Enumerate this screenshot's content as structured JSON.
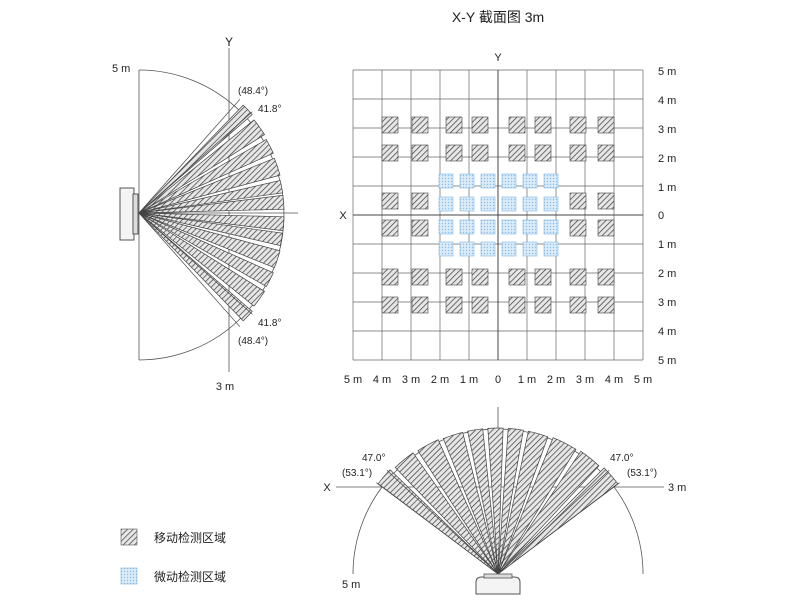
{
  "title": "X-Y 截面图 3m",
  "side_view": {
    "y_label": "Y",
    "radius_label": "5 m",
    "bottom_label": "3 m",
    "top_inner_angle": "41.8°",
    "top_outer_angle": "(48.4°)",
    "bottom_inner_angle": "41.8°",
    "bottom_outer_angle": "(48.4°)"
  },
  "grid_view": {
    "y_label": "Y",
    "x_label": "X",
    "right_ticks": [
      "5 m",
      "4 m",
      "3 m",
      "2 m",
      "1 m",
      "0",
      "1 m",
      "2 m",
      "3 m",
      "4 m",
      "5 m"
    ],
    "bottom_ticks": [
      "5 m",
      "4 m",
      "3 m",
      "2 m",
      "1 m",
      "0",
      "1 m",
      "2 m",
      "3 m",
      "4 m",
      "5 m"
    ]
  },
  "top_view": {
    "x_label": "X",
    "right_label": "3 m",
    "radius_label": "5 m",
    "left_inner_angle": "47.0°",
    "left_outer_angle": "(53.1°)",
    "right_inner_angle": "47.0°",
    "right_outer_angle": "(53.1°)"
  },
  "legend": {
    "motion_label": "移动检测区域",
    "micro_label": "微动检测区域"
  },
  "colors": {
    "line": "#555555",
    "hatch": "#444444",
    "zone_fill": "#bdbdbd",
    "micro_fill": "#d6e9f8",
    "micro_stroke": "#7fb6e4"
  }
}
